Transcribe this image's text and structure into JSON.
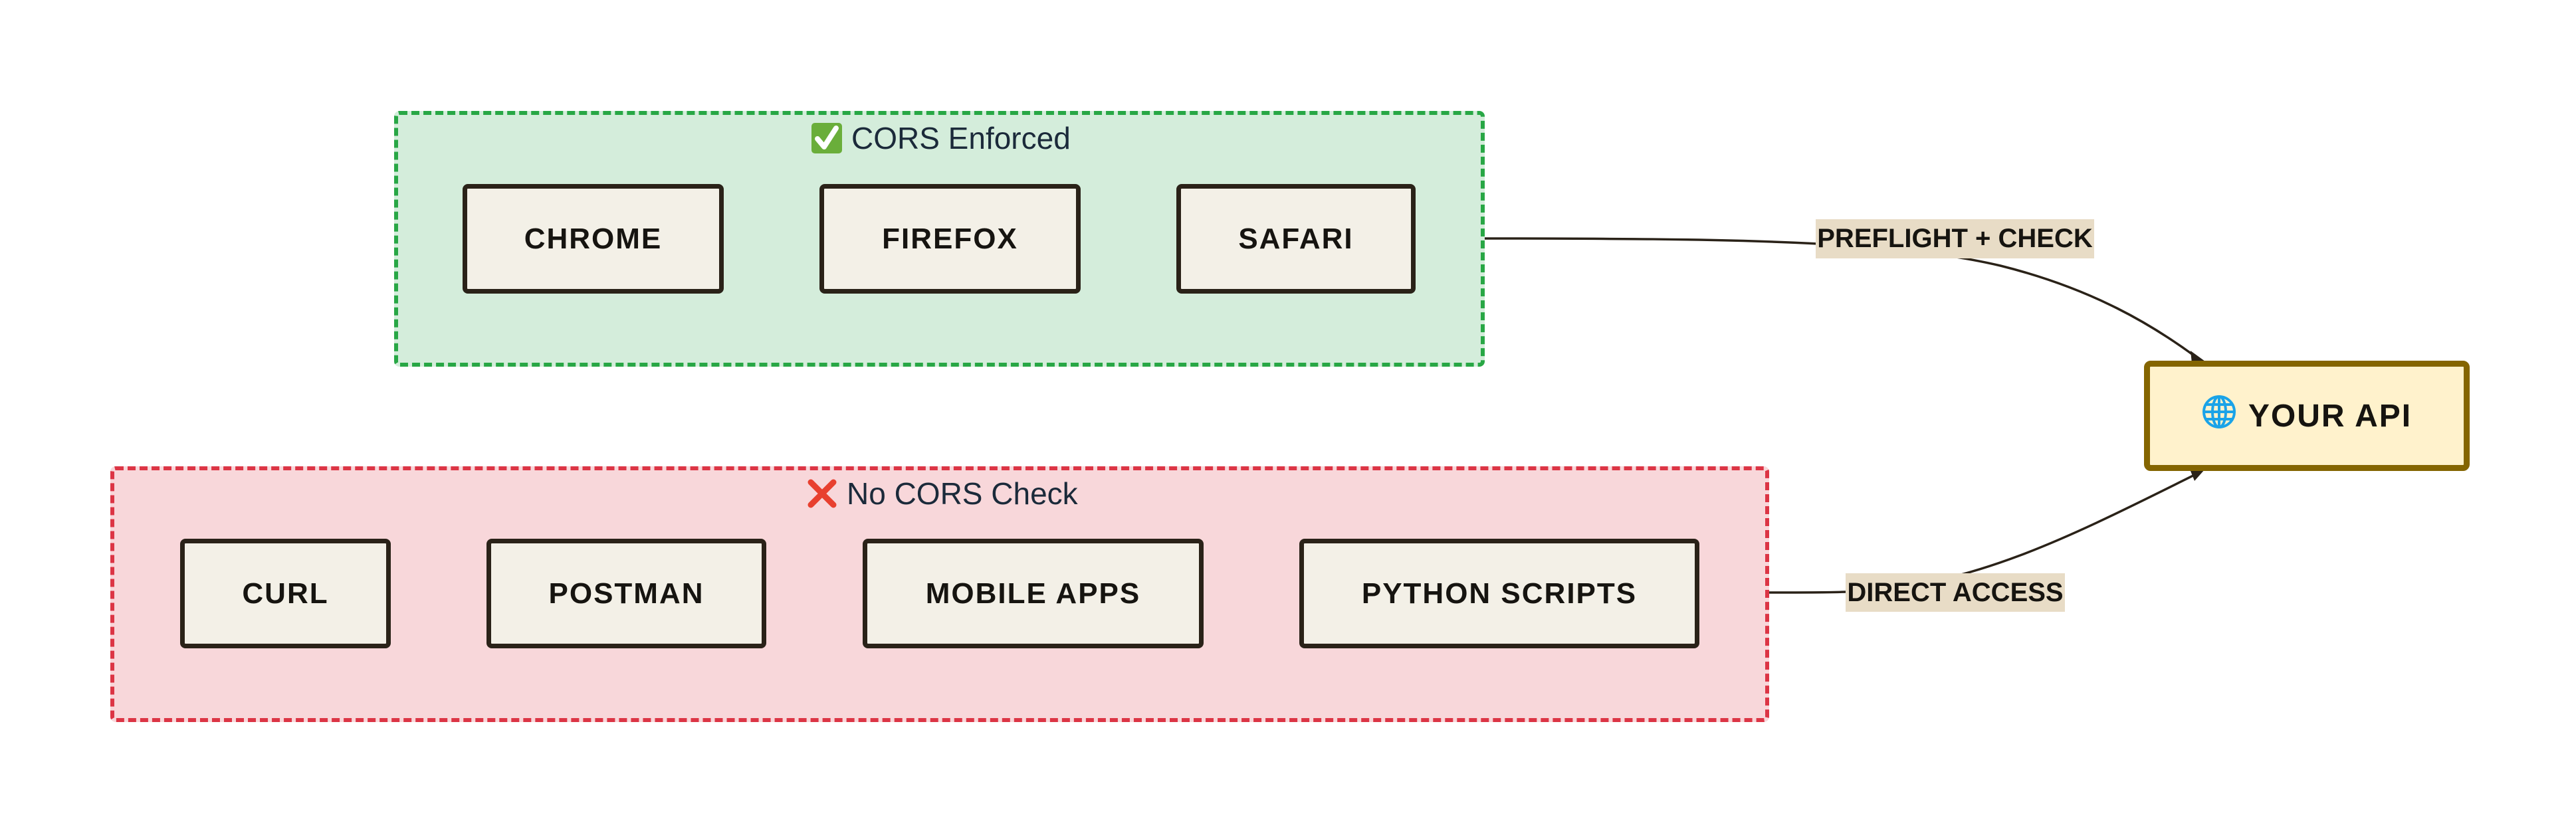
{
  "groups": {
    "cors_enforced": {
      "title": "CORS Enforced",
      "icon": "check-mark-button-icon",
      "fill": "#d4eddb",
      "border": "#28a745",
      "nodes": [
        "CHROME",
        "FIREFOX",
        "SAFARI"
      ]
    },
    "no_cors": {
      "title": "No CORS Check",
      "icon": "cross-mark-icon",
      "fill": "#f8d7da",
      "border": "#dc3545",
      "nodes": [
        "CURL",
        "POSTMAN",
        "MOBILE APPS",
        "PYTHON SCRIPTS"
      ]
    }
  },
  "target": {
    "label": "YOUR API",
    "icon": "globe-icon",
    "fill": "#fff2cc",
    "border": "#846500"
  },
  "edges": [
    {
      "from": "cors_enforced",
      "to": "target",
      "label": "PREFLIGHT + CHECK"
    },
    {
      "from": "no_cors",
      "to": "target",
      "label": "DIRECT ACCESS"
    }
  ]
}
